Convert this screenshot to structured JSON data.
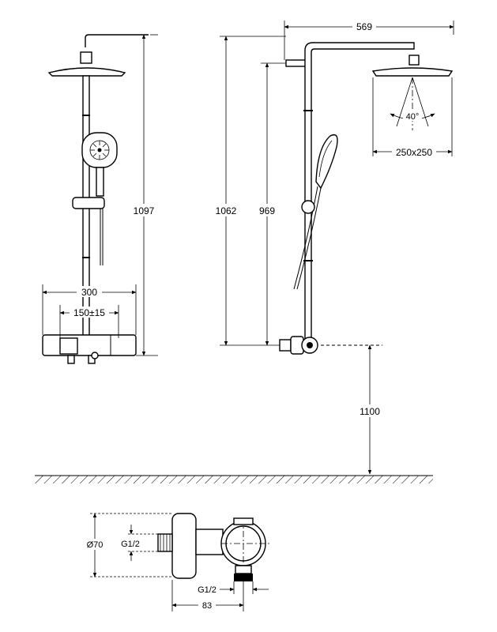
{
  "dimensions": {
    "front_total_height": "1097",
    "side_width": "569",
    "side_height_1": "1062",
    "side_height_2": "969",
    "spray_angle": "40°",
    "head_size": "250x250",
    "floor_height": "1100",
    "front_width": "300",
    "inlet_spacing": "150±15",
    "body_diameter": "Ø70",
    "inlet_thread": "G1/2",
    "outlet_thread": "G1/2",
    "valve_depth": "83"
  }
}
